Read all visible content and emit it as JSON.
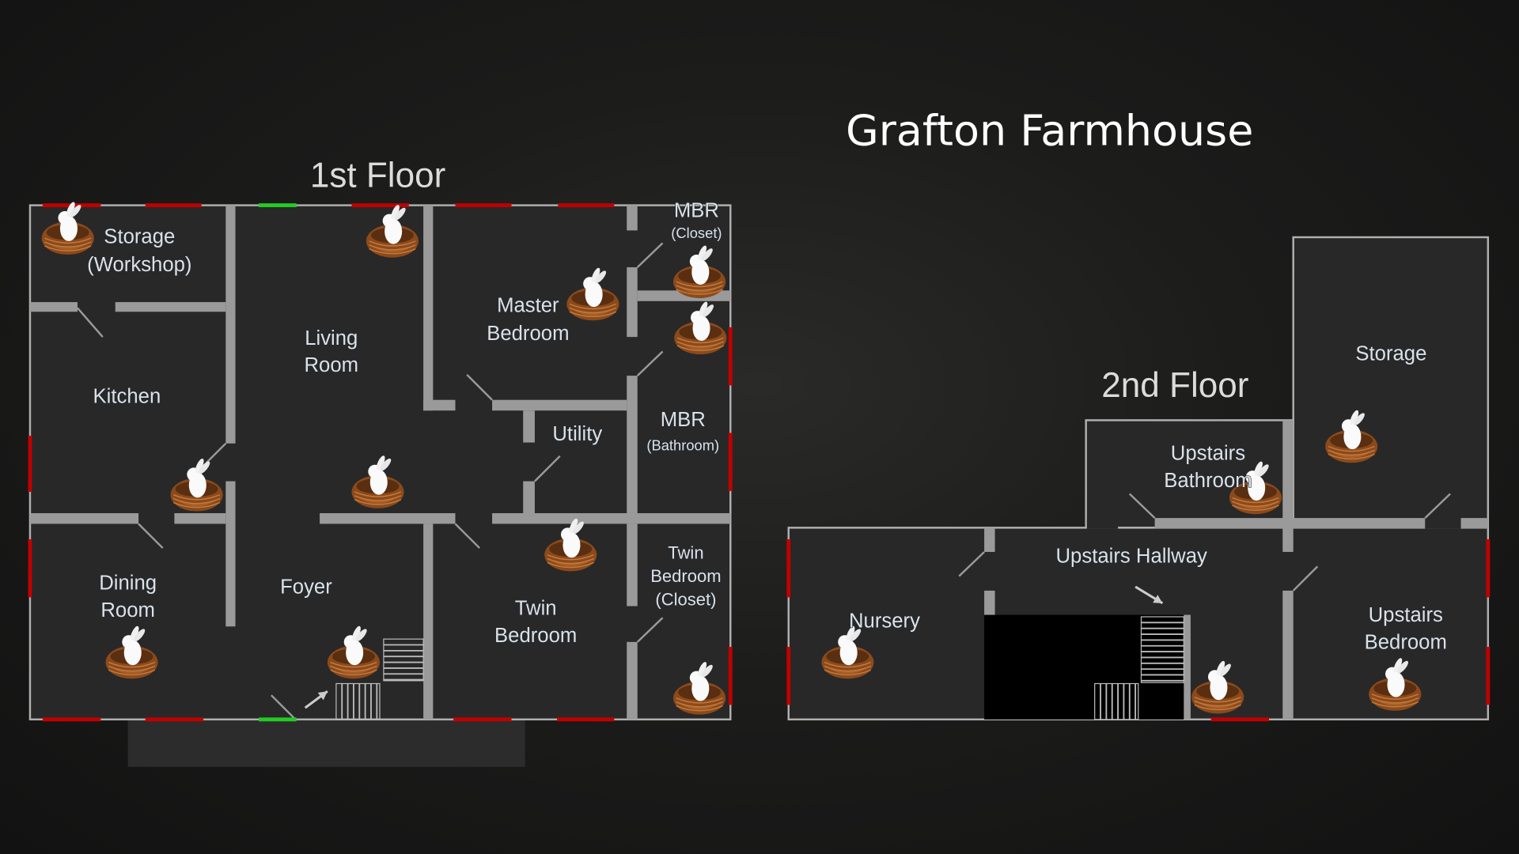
{
  "title": "Grafton Farmhouse",
  "floors": [
    {
      "label": "1st Floor",
      "rooms": {
        "storage": [
          "Storage",
          "(Workshop)"
        ],
        "living": [
          "Living",
          "Room"
        ],
        "kitchen": [
          "Kitchen"
        ],
        "master": [
          "Master",
          "Bedroom"
        ],
        "mbr_closet": [
          "MBR",
          "(Closet)"
        ],
        "utility": [
          "Utility"
        ],
        "mbr_bath": [
          "MBR",
          "(Bathroom)"
        ],
        "dining": [
          "Dining",
          "Room"
        ],
        "foyer": [
          "Foyer"
        ],
        "twin": [
          "Twin",
          "Bedroom"
        ],
        "twin_closet": [
          "Twin",
          "Bedroom",
          "(Closet)"
        ]
      }
    },
    {
      "label": "2nd Floor",
      "rooms": {
        "nursery": [
          "Nursery"
        ],
        "hallway": [
          "Upstairs Hallway"
        ],
        "bath": [
          "Upstairs",
          "Bathroom"
        ],
        "storage": [
          "Storage"
        ],
        "bedroom": [
          "Upstairs",
          "Bedroom"
        ]
      }
    }
  ],
  "colors": {
    "wall": "#9a9a9a",
    "room": "#282828",
    "locked_door": "#c00000",
    "entry_door": "#22cc22"
  },
  "icons": {
    "nest": "egg-nest-bunny-icon",
    "stairs": "stairs-icon",
    "arrow": "arrow-icon"
  }
}
